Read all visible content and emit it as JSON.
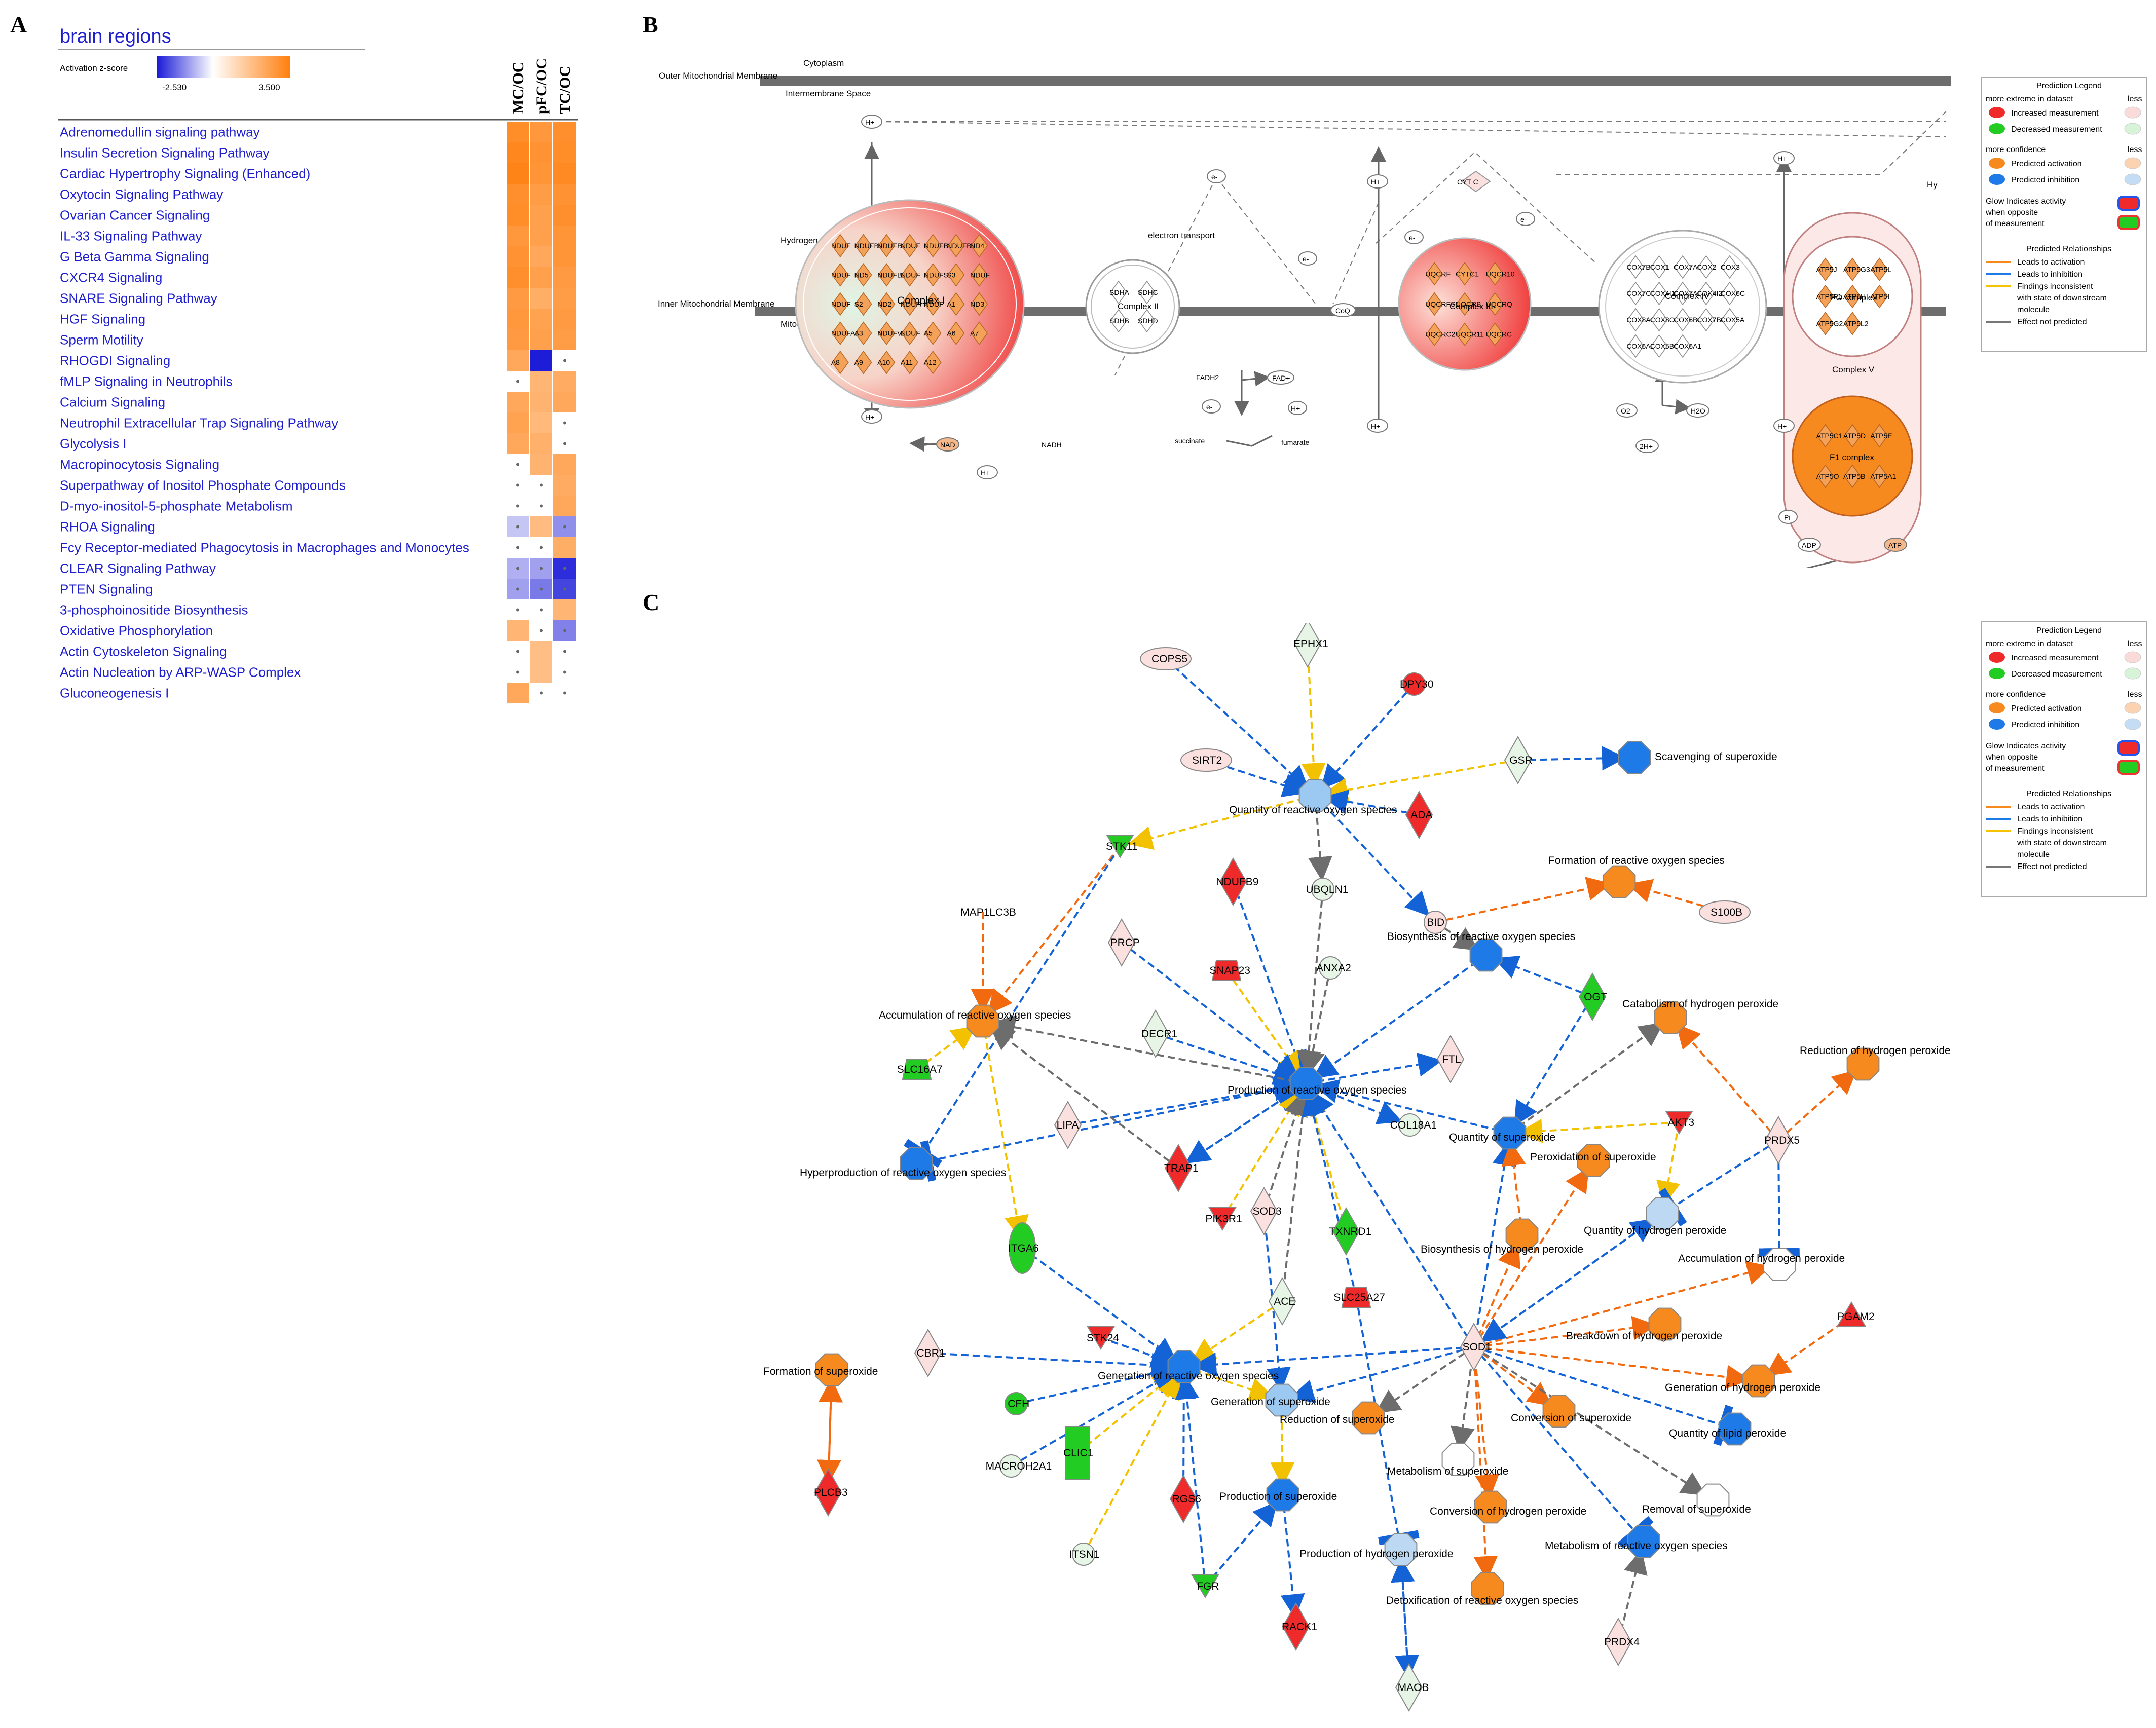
{
  "panel_letters": {
    "a": "A",
    "b": "B",
    "c": "C"
  },
  "heatmap": {
    "title": "brain regions",
    "scale_label": "Activation z-score",
    "scale_min": "-2.530",
    "scale_max": "3.500",
    "columns": [
      "MC/OC",
      "pFC/OC",
      "TC/OC"
    ],
    "colors": {
      "neg": "#1b1bd8",
      "mid": "#ffffff",
      "pos": "#ff7f0e"
    },
    "rows": [
      {
        "name": "Adrenomedullin signaling pathway",
        "z": [
          3.0,
          2.6,
          2.9
        ]
      },
      {
        "name": "Insulin Secretion Signaling Pathway",
        "z": [
          3.2,
          2.8,
          3.0
        ]
      },
      {
        "name": "Cardiac Hypertrophy Signaling (Enhanced)",
        "z": [
          3.3,
          2.7,
          3.1
        ]
      },
      {
        "name": "Oxytocin Signaling Pathway",
        "z": [
          2.9,
          2.4,
          2.8
        ]
      },
      {
        "name": "Ovarian Cancer Signaling",
        "z": [
          3.0,
          2.3,
          2.9
        ]
      },
      {
        "name": "IL-33 Signaling Pathway",
        "z": [
          2.6,
          2.3,
          2.7
        ]
      },
      {
        "name": "G Beta Gamma Signaling",
        "z": [
          2.8,
          2.0,
          2.7
        ]
      },
      {
        "name": "CXCR4 Signaling",
        "z": [
          2.9,
          2.3,
          2.5
        ]
      },
      {
        "name": "SNARE Signaling Pathway",
        "z": [
          2.5,
          1.8,
          2.4
        ]
      },
      {
        "name": "HGF Signaling",
        "z": [
          2.6,
          2.2,
          2.5
        ]
      },
      {
        "name": "Sperm Motility",
        "z": [
          2.5,
          2.3,
          2.4
        ]
      },
      {
        "name": "RHOGDI Signaling",
        "z": [
          2.0,
          -2.5,
          0.0
        ]
      },
      {
        "name": "fMLP Signaling in Neutrophils",
        "z": [
          0.0,
          1.5,
          1.9
        ]
      },
      {
        "name": "Calcium Signaling",
        "z": [
          2.0,
          1.6,
          2.0
        ]
      },
      {
        "name": "Neutrophil Extracellular Trap Signaling Pathway",
        "z": [
          2.2,
          1.4,
          0.0
        ]
      },
      {
        "name": "Glycolysis I",
        "z": [
          2.0,
          1.7,
          0.0
        ]
      },
      {
        "name": "Macropinocytosis Signaling",
        "z": [
          0.0,
          1.6,
          2.0
        ]
      },
      {
        "name": "Superpathway of Inositol Phosphate Compounds",
        "z": [
          0.0,
          0.0,
          1.9
        ]
      },
      {
        "name": "D-myo-inositol-5-phosphate Metabolism",
        "z": [
          0.0,
          0.0,
          2.0
        ]
      },
      {
        "name": "RHOA Signaling",
        "z": [
          -0.3,
          1.3,
          -1.0
        ]
      },
      {
        "name": "Fcy Receptor-mediated Phagocytosis in Macrophages and Monocytes",
        "z": [
          0.0,
          0.0,
          1.8
        ]
      },
      {
        "name": "CLEAR Signaling Pathway",
        "z": [
          -0.6,
          -0.8,
          -2.3
        ]
      },
      {
        "name": "PTEN Signaling",
        "z": [
          -0.8,
          -1.3,
          -2.0
        ]
      },
      {
        "name": "3-phosphoinositide Biosynthesis",
        "z": [
          0.0,
          0.0,
          1.5
        ]
      },
      {
        "name": "Oxidative Phosphorylation",
        "z": [
          1.5,
          0.0,
          -1.2
        ]
      },
      {
        "name": "Actin Cytoskeleton Signaling",
        "z": [
          0.0,
          1.2,
          0.0
        ]
      },
      {
        "name": "Actin Nucleation by ARP-WASP Complex",
        "z": [
          0.0,
          1.2,
          0.0
        ]
      },
      {
        "name": "Gluconeogenesis I",
        "z": [
          2.0,
          0.0,
          0.0
        ]
      }
    ],
    "dots": [
      [
        0,
        0,
        0
      ],
      [
        0,
        0,
        0
      ],
      [
        0,
        0,
        0
      ],
      [
        0,
        0,
        0
      ],
      [
        0,
        0,
        0
      ],
      [
        0,
        0,
        0
      ],
      [
        0,
        0,
        0
      ],
      [
        0,
        0,
        0
      ],
      [
        0,
        0,
        0
      ],
      [
        0,
        0,
        0
      ],
      [
        0,
        0,
        0
      ],
      [
        0,
        0,
        1
      ],
      [
        1,
        0,
        0
      ],
      [
        0,
        0,
        0
      ],
      [
        0,
        0,
        1
      ],
      [
        0,
        0,
        1
      ],
      [
        1,
        0,
        0
      ],
      [
        1,
        1,
        0
      ],
      [
        1,
        1,
        0
      ],
      [
        1,
        0,
        1
      ],
      [
        1,
        1,
        0
      ],
      [
        1,
        1,
        1
      ],
      [
        1,
        1,
        1
      ],
      [
        1,
        1,
        0
      ],
      [
        0,
        1,
        1
      ],
      [
        1,
        0,
        1
      ],
      [
        1,
        0,
        1
      ],
      [
        0,
        1,
        1
      ]
    ]
  },
  "pathway_b": {
    "outer_membrane": "Outer Mitochondrial Membrane",
    "cytoplasm": "Cytoplasm",
    "intermembrane": "Intermembrane Space",
    "inner_membrane": "Inner Mitochondrial Membrane",
    "matrix": "Mitochondrial Matrix",
    "hydrogen_pump": "Hydrogen pump",
    "electron_transport": "electron transport",
    "complex1": "Complex I",
    "complex2": "Complex II",
    "complex3": "Complex III",
    "complex4": "Complex IV",
    "complex5": "Complex V",
    "fo_complex": "FO complex",
    "f1_complex": "F1 complex",
    "hplus": "H+",
    "eminus": "e-",
    "cytc": "CYT C",
    "coq": "CoQ",
    "fadh2": "FADH2",
    "fad": "FAD+",
    "succinate": "succinate",
    "fumarate": "fumarate",
    "nad": "NAD",
    "nadh": "NADH",
    "o2": "O2",
    "h2o": "H2O",
    "twoh": "2H+",
    "pi": "Pi",
    "adp": "ADP",
    "atp": "ATP",
    "hy": "Hy",
    "c1_genes": [
      "NDUF",
      "NDUFB8",
      "NDUFB9",
      "NDUF",
      "NDUFB3",
      "NDUFB1",
      "ND4",
      "NDUF",
      "ND5",
      "NDUFB2",
      "NDUF",
      "NDUFS1",
      "S3",
      "NDUF",
      "NDUF",
      "S2",
      "ND2",
      "NDUF",
      "NDUF",
      "A1",
      "ND3",
      "NDUFA13",
      "A3",
      "NDUFV2",
      "NDUF",
      "A5",
      "A6",
      "A7",
      "A8",
      "A9",
      "A10",
      "A11",
      "A12"
    ],
    "c2_genes": [
      "SDHA",
      "SDHC",
      "SDHB",
      "SDHD"
    ],
    "c3_genes": [
      "UQCRF",
      "CYTC1",
      "UQCR10",
      "UQCRFS1",
      "UQCRB",
      "UQCRQ",
      "UQCRC2",
      "UQCR11",
      "UQCRC"
    ],
    "c4_genes": [
      "COX7B",
      "COX1",
      "COX7A",
      "COX2",
      "COX3",
      "COX7C",
      "COX4I1",
      "COX7A1",
      "COX4I2",
      "COX6C",
      "COX8A",
      "COX8C",
      "COX6B1",
      "COX7B2",
      "COX5A",
      "COX6A2",
      "COX5B",
      "COX6A1"
    ],
    "fo_genes": [
      "ATP5J",
      "ATP5G3",
      "ATP5L",
      "ATP5F1",
      "ATP5H",
      "ATP5I",
      "ATP5G2",
      "ATP5L2"
    ],
    "f1_genes": [
      "ATP5C1",
      "ATP5D",
      "ATP5E",
      "ATP5O",
      "ATP5B",
      "ATP5A1"
    ]
  },
  "legend": {
    "title": "Prediction Legend",
    "more_extreme": "more extreme in dataset",
    "less": "less",
    "increased": "Increased measurement",
    "decreased": "Decreased measurement",
    "more_confidence": "more confidence",
    "activation": "Predicted activation",
    "inhibition": "Predicted inhibition",
    "glow1": "Glow Indicates activity",
    "glow2": "when opposite",
    "glow3": "of measurement",
    "rel_title": "Predicted Relationships",
    "rel_act": "Leads to activation",
    "rel_inh": "Leads to inhibition",
    "rel_inc1": "Findings inconsistent",
    "rel_inc2": "with state of downstream",
    "rel_inc3": "molecule",
    "rel_none": "Effect not predicted",
    "colors": {
      "red": "#ee2a2a",
      "green": "#22cc22",
      "orange": "#f68a1e",
      "blue": "#1e7ae6",
      "yellow": "#f5c400",
      "gray": "#777777"
    }
  },
  "network_c": {
    "nodes": [
      {
        "id": "EPHX1",
        "label": "EPHX1",
        "shape": "diamond",
        "fill": "#e6f5e6"
      },
      {
        "id": "COPS5",
        "label": "COPS5",
        "shape": "ellipse",
        "fill": "#fbe0e0"
      },
      {
        "id": "DPY30",
        "label": "DPY30",
        "shape": "circle",
        "fill": "#ee2a2a"
      },
      {
        "id": "SIRT2",
        "label": "SIRT2",
        "shape": "ellipse",
        "fill": "#fbe0e0"
      },
      {
        "id": "QROS",
        "label": "Quantity of reactive oxygen species",
        "shape": "octagon",
        "fill": "#9cc9f2"
      },
      {
        "id": "GSR",
        "label": "GSR",
        "shape": "diamond",
        "fill": "#e6f5e6"
      },
      {
        "id": "SCAV",
        "label": "Scavenging of superoxide",
        "shape": "octagon",
        "fill": "#1e7ae6"
      },
      {
        "id": "ADA",
        "label": "ADA",
        "shape": "diamond",
        "fill": "#ee2a2a"
      },
      {
        "id": "STK11",
        "label": "STK11",
        "shape": "triangle",
        "fill": "#22cc22"
      },
      {
        "id": "NDUFB9",
        "label": "NDUFB9",
        "shape": "diamond",
        "fill": "#ee2a2a"
      },
      {
        "id": "UBQLN1",
        "label": "UBQLN1",
        "shape": "circle",
        "fill": "#e6f5e6"
      },
      {
        "id": "FROS",
        "label": "Formation of reactive oxygen species",
        "shape": "octagon",
        "fill": "#f68a1e"
      },
      {
        "id": "BID",
        "label": "BID",
        "shape": "circle",
        "fill": "#fbe0e0"
      },
      {
        "id": "S100B",
        "label": "S100B",
        "shape": "ellipse",
        "fill": "#fbe0e0"
      },
      {
        "id": "MAP1LC3B",
        "label": "MAP1LC3B",
        "shape": "none",
        "fill": "none"
      },
      {
        "id": "PRCP",
        "label": "PRCP",
        "shape": "diamond",
        "fill": "#fbe0e0"
      },
      {
        "id": "SNAP23",
        "label": "SNAP23",
        "shape": "trapezoid",
        "fill": "#ee2a2a"
      },
      {
        "id": "ANXA2",
        "label": "ANXA2",
        "shape": "circle",
        "fill": "#e6f5e6"
      },
      {
        "id": "BROS",
        "label": "Biosynthesis of reactive oxygen species",
        "shape": "octagon",
        "fill": "#1e7ae6"
      },
      {
        "id": "OGT",
        "label": "OGT",
        "shape": "diamond",
        "fill": "#22cc22"
      },
      {
        "id": "AROS",
        "label": "Accumulation of reactive oxygen species",
        "shape": "octagon",
        "fill": "#f68a1e"
      },
      {
        "id": "DECR1",
        "label": "DECR1",
        "shape": "diamond",
        "fill": "#e6f5e6"
      },
      {
        "id": "SLC16A7",
        "label": "SLC16A7",
        "shape": "trapezoid",
        "fill": "#22cc22"
      },
      {
        "id": "PROS",
        "label": "Production of reactive oxygen species",
        "shape": "octagon",
        "fill": "#1e7ae6"
      },
      {
        "id": "FTL",
        "label": "FTL",
        "shape": "diamond",
        "fill": "#fbe0e0"
      },
      {
        "id": "CATH",
        "label": "Catabolism of hydrogen peroxide",
        "shape": "octagon",
        "fill": "#f68a1e"
      },
      {
        "id": "REDH",
        "label": "Reduction of hydrogen peroxide",
        "shape": "octagon",
        "fill": "#f68a1e"
      },
      {
        "id": "LIPA",
        "label": "LIPA",
        "shape": "diamond",
        "fill": "#fbe0e0"
      },
      {
        "id": "COL18A1",
        "label": "COL18A1",
        "shape": "circle",
        "fill": "#e6f5e6"
      },
      {
        "id": "QSUP",
        "label": "Quantity of superoxide",
        "shape": "octagon",
        "fill": "#1e7ae6"
      },
      {
        "id": "AKT3",
        "label": "AKT3",
        "shape": "triangle",
        "fill": "#ee2a2a"
      },
      {
        "id": "PRDX5",
        "label": "PRDX5",
        "shape": "diamond",
        "fill": "#fbe0e0"
      },
      {
        "id": "HROS",
        "label": "Hyperproduction of reactive oxygen species",
        "shape": "octagon",
        "fill": "#1e7ae6"
      },
      {
        "id": "TRAP1",
        "label": "TRAP1",
        "shape": "diamond",
        "fill": "#ee2a2a"
      },
      {
        "id": "PERS",
        "label": "Peroxidation of superoxide",
        "shape": "octagon",
        "fill": "#f68a1e"
      },
      {
        "id": "QHP",
        "label": "Quantity of hydrogen peroxide",
        "shape": "octagon",
        "fill": "#bcd8f2"
      },
      {
        "id": "PIK3R1",
        "label": "PIK3R1",
        "shape": "triangle",
        "fill": "#ee2a2a"
      },
      {
        "id": "SOD3",
        "label": "SOD3",
        "shape": "diamond",
        "fill": "#fbe0e0"
      },
      {
        "id": "TXNRD1",
        "label": "TXNRD1",
        "shape": "diamond",
        "fill": "#22cc22"
      },
      {
        "id": "BHP",
        "label": "Biosynthesis of hydrogen peroxide",
        "shape": "octagon",
        "fill": "#f68a1e"
      },
      {
        "id": "ITGA6",
        "label": "ITGA6",
        "shape": "ellipse",
        "fill": "#22cc22"
      },
      {
        "id": "AHP",
        "label": "Accumulation of hydrogen peroxide",
        "shape": "octagon",
        "fill": "#ffffff"
      },
      {
        "id": "ACE",
        "label": "ACE",
        "shape": "diamond",
        "fill": "#e6f5e6"
      },
      {
        "id": "SLC25A27",
        "label": "SLC25A27",
        "shape": "trapezoid",
        "fill": "#ee2a2a"
      },
      {
        "id": "SOD1",
        "label": "SOD1",
        "shape": "diamond",
        "fill": "#fbe0e0"
      },
      {
        "id": "BRHP",
        "label": "Breakdown of hydrogen peroxide",
        "shape": "octagon",
        "fill": "#f68a1e"
      },
      {
        "id": "PGAM2",
        "label": "PGAM2",
        "shape": "triangle",
        "fill": "#ee2a2a"
      },
      {
        "id": "CBR1",
        "label": "CBR1",
        "shape": "diamond",
        "fill": "#fbe0e0"
      },
      {
        "id": "STK24",
        "label": "STK24",
        "shape": "triangle",
        "fill": "#ee2a2a"
      },
      {
        "id": "GROS",
        "label": "Generation of reactive oxygen species",
        "shape": "octagon",
        "fill": "#1e7ae6"
      },
      {
        "id": "FSUP",
        "label": "Formation of superoxide",
        "shape": "octagon",
        "fill": "#f68a1e"
      },
      {
        "id": "GHP",
        "label": "Generation of hydrogen peroxide",
        "shape": "octagon",
        "fill": "#f68a1e"
      },
      {
        "id": "CFH",
        "label": "CFH",
        "shape": "circle",
        "fill": "#22cc22"
      },
      {
        "id": "GSUP",
        "label": "Generation of superoxide",
        "shape": "octagon",
        "fill": "#9cc9f2"
      },
      {
        "id": "RSUP",
        "label": "Reduction of superoxide",
        "shape": "octagon",
        "fill": "#f68a1e"
      },
      {
        "id": "CSUP",
        "label": "Conversion of superoxide",
        "shape": "octagon",
        "fill": "#f68a1e"
      },
      {
        "id": "QLP",
        "label": "Quantity of lipid peroxide",
        "shape": "octagon",
        "fill": "#1e7ae6"
      },
      {
        "id": "CLIC1",
        "label": "CLIC1",
        "shape": "rect",
        "fill": "#22cc22"
      },
      {
        "id": "MACROH2A1",
        "label": "MACROH2A1",
        "shape": "circle",
        "fill": "#e6f5e6"
      },
      {
        "id": "MSUP",
        "label": "Metabolism of superoxide",
        "shape": "octagon",
        "fill": "#ffffff"
      },
      {
        "id": "PLCB3",
        "label": "PLCB3",
        "shape": "diamond",
        "fill": "#ee2a2a"
      },
      {
        "id": "RGS6",
        "label": "RGS6",
        "shape": "diamond",
        "fill": "#ee2a2a"
      },
      {
        "id": "PSUP",
        "label": "Production of superoxide",
        "shape": "octagon",
        "fill": "#1e7ae6"
      },
      {
        "id": "CHP",
        "label": "Conversion of hydrogen peroxide",
        "shape": "octagon",
        "fill": "#f68a1e"
      },
      {
        "id": "RMSUP",
        "label": "Removal of superoxide",
        "shape": "octagon",
        "fill": "#ffffff"
      },
      {
        "id": "ITSN1",
        "label": "ITSN1",
        "shape": "circle",
        "fill": "#e6f5e6"
      },
      {
        "id": "PHP",
        "label": "Production of hydrogen peroxide",
        "shape": "octagon",
        "fill": "#bcd8f2"
      },
      {
        "id": "MROS",
        "label": "Metabolism of reactive oxygen species",
        "shape": "octagon",
        "fill": "#1e7ae6"
      },
      {
        "id": "FGR",
        "label": "FGR",
        "shape": "triangle",
        "fill": "#22cc22"
      },
      {
        "id": "DROS",
        "label": "Detoxification of reactive oxygen species",
        "shape": "octagon",
        "fill": "#f68a1e"
      },
      {
        "id": "RACK1",
        "label": "RACK1",
        "shape": "diamond",
        "fill": "#ee2a2a"
      },
      {
        "id": "PRDX4",
        "label": "PRDX4",
        "shape": "diamond",
        "fill": "#fbe0e0"
      },
      {
        "id": "MAOB",
        "label": "MAOB",
        "shape": "diamond",
        "fill": "#e6f5e6"
      }
    ]
  }
}
